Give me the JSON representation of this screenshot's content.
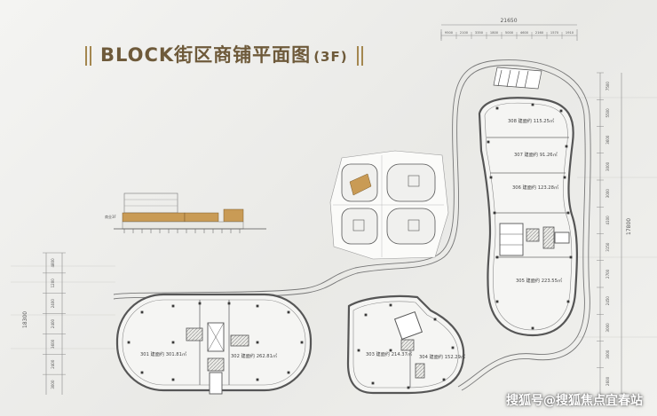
{
  "header": {
    "title": "BLOCK街区商铺平面图",
    "floor": "(3F)"
  },
  "colors": {
    "accent_gold": "#a4874f",
    "title_dark": "#6e5a3a",
    "wall": "#565656",
    "dim_line": "#8a8a8a",
    "room_line": "#6d6d6d",
    "fill_light": "#f5f5f3",
    "section_wood": "#c99b55"
  },
  "dimensions": {
    "top_total": "21650",
    "top_segments": [
      "9500",
      "2100",
      "3350",
      "1800",
      "5000",
      "4600",
      "2160",
      "1570",
      "1910"
    ],
    "right_side": [
      "7500",
      "5500",
      "3600",
      "3000",
      "3000",
      "4100",
      "3150",
      "2700",
      "2450",
      "3000",
      "3000",
      "2600"
    ],
    "right_total": "17800",
    "left_side": [
      "4800",
      "1200",
      "2400",
      "2400",
      "3600",
      "2400",
      "3000"
    ],
    "left_total": "18300"
  },
  "units": [
    {
      "id": "301",
      "label": "301 建面约 301.81㎡"
    },
    {
      "id": "302",
      "label": "302 建面约 262.81㎡"
    },
    {
      "id": "303",
      "label": "303 建面约 214.37㎡"
    },
    {
      "id": "304",
      "label": "304 建面约 152.29㎡"
    },
    {
      "id": "305",
      "label": "305 建面约 223.55㎡"
    },
    {
      "id": "306",
      "label": "306 建面约 123.28㎡"
    },
    {
      "id": "307",
      "label": "307 建面约 91.26㎡"
    },
    {
      "id": "308",
      "label": "308 建面约 115.25㎡"
    }
  ],
  "section_label": "商业3F",
  "watermark": "搜狐号@搜狐焦点宜春站"
}
